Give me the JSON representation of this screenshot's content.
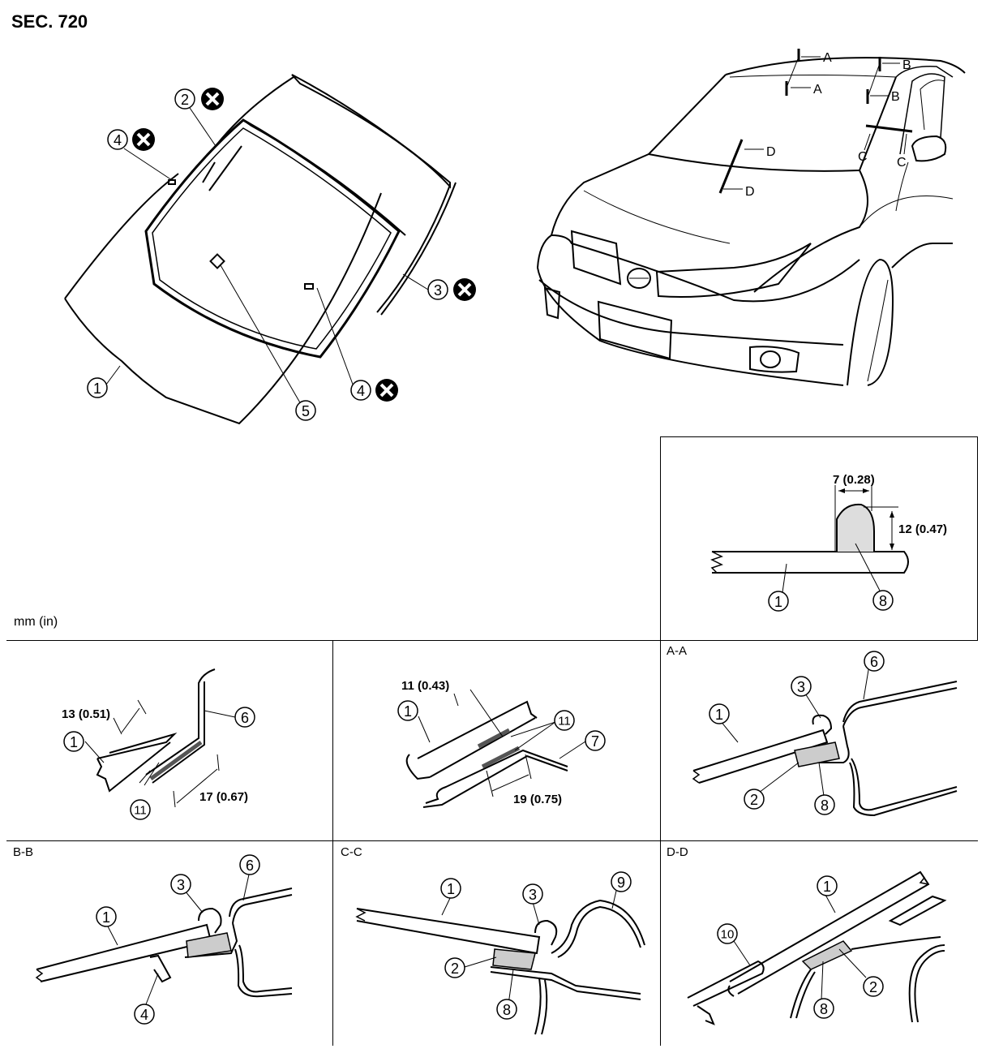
{
  "header": {
    "section": "SEC. 720"
  },
  "units_note": "mm (in)",
  "callouts": {
    "n1": "1",
    "n2": "2",
    "n3": "3",
    "n4": "4",
    "n5": "5",
    "n6": "6",
    "n7": "7",
    "n8": "8",
    "n9": "9",
    "n10": "10",
    "n11": "11"
  },
  "section_markers": {
    "a": "A",
    "b": "B",
    "c": "C",
    "d": "D"
  },
  "panels": {
    "aa": "A-A",
    "bb": "B-B",
    "cc": "C-C",
    "dd": "D-D"
  },
  "dimensions": {
    "urethane_width": "7 (0.28)",
    "urethane_height": "12 (0.47)",
    "spacer_1": "13 (0.51)",
    "overlap_1": "17 (0.67)",
    "spacer_2": "11 (0.43)",
    "overlap_2": "19 (0.75)"
  }
}
